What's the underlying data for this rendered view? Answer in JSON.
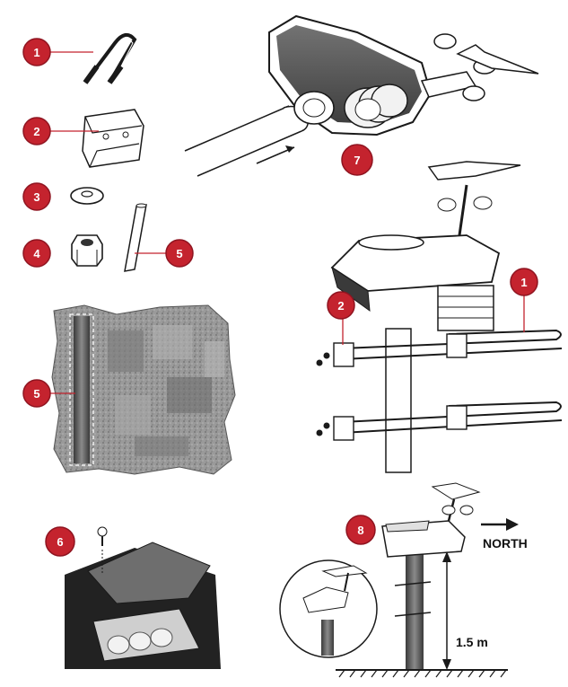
{
  "colors": {
    "callout": "#c4232e",
    "callout_stroke": "#8f1420",
    "ink": "#1a1a1a",
    "foam": "#8c8c8c"
  },
  "callouts": {
    "c1": "1",
    "c2": "2",
    "c3": "3",
    "c4": "4",
    "c5": "5",
    "c5b": "5",
    "c6": "6",
    "c7": "7",
    "c8": "8",
    "c1_mount": "1",
    "c2_mount": "2"
  },
  "labels": {
    "north": "NORTH",
    "height": "1.5 m"
  },
  "icons": {
    "north_arrow": "arrow-right-icon",
    "mount_arrow": "arrow-right-icon"
  }
}
